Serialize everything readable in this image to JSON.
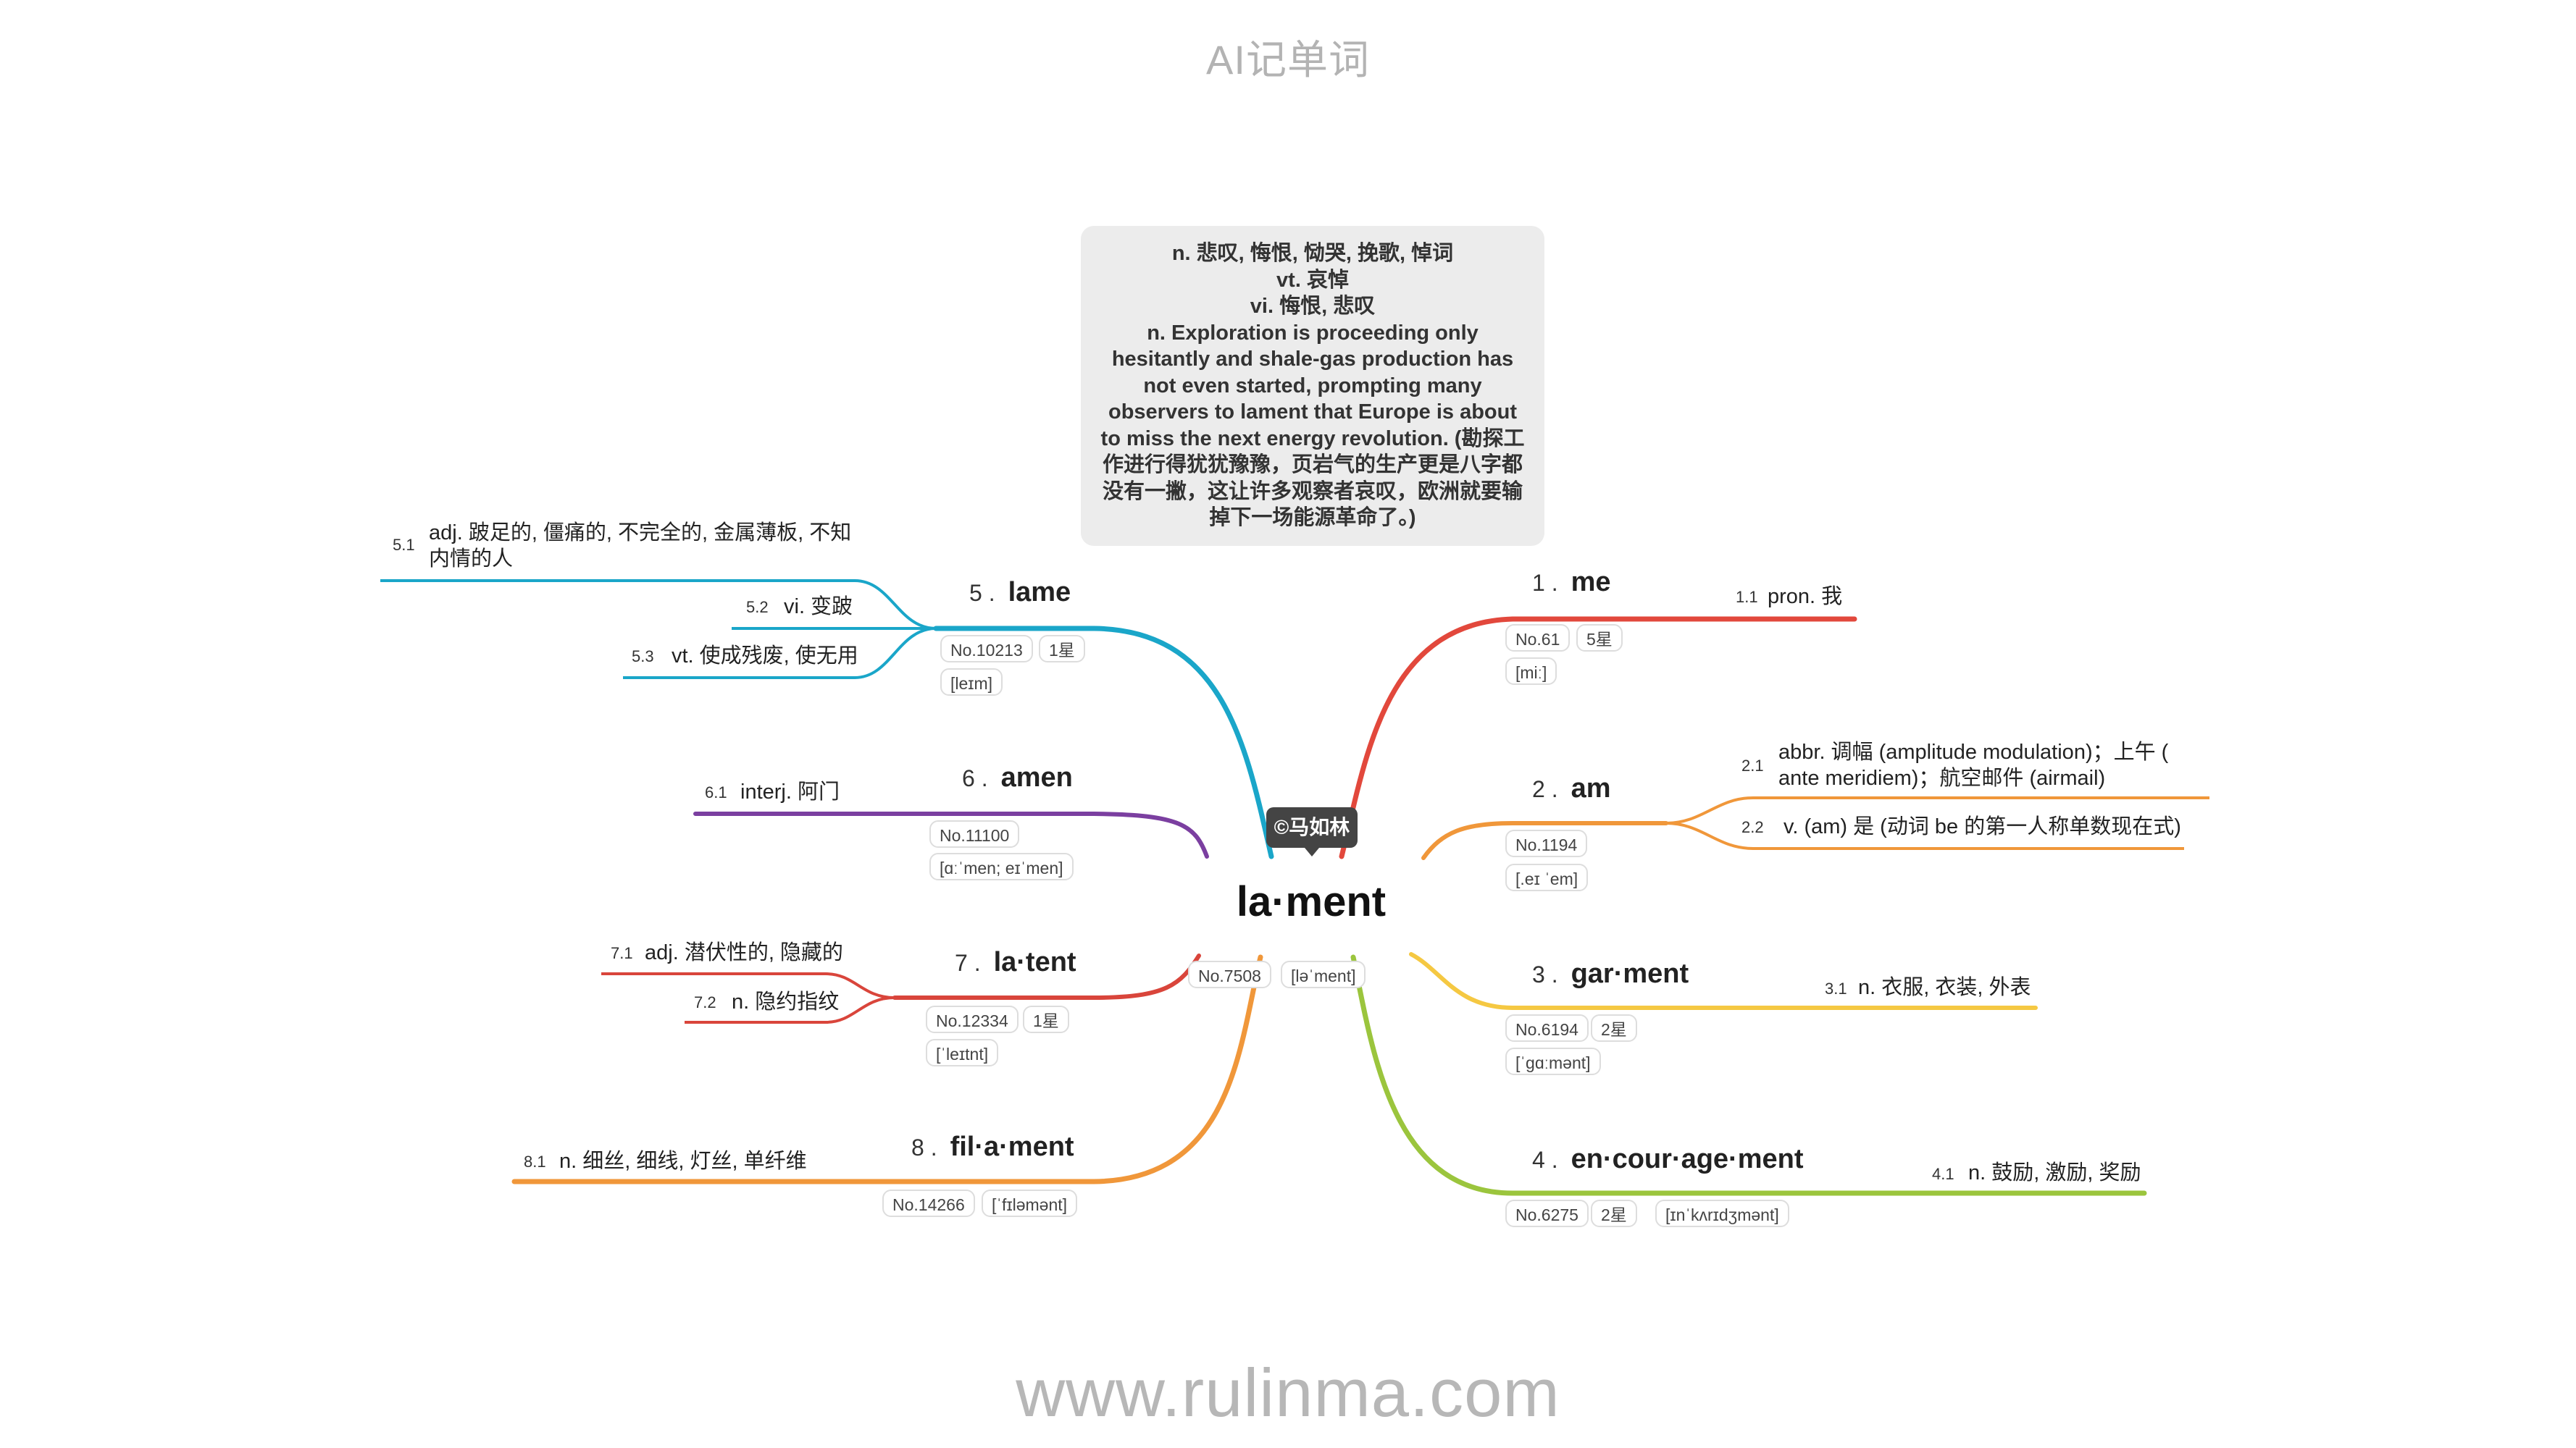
{
  "app": {
    "title": "AI记单词"
  },
  "footer": {
    "url": "www.rulinma.com"
  },
  "root": {
    "word": "la·ment",
    "copyright": "©马如林",
    "number": "No.7508",
    "phonetic": "[ləˈment]",
    "note": [
      "n. 悲叹, 悔恨, 恸哭, 挽歌, 悼词",
      "vt. 哀悼",
      "vi. 悔恨, 悲叹",
      "n. Exploration is proceeding only hesitantly and shale-gas production has not even started, prompting many observers to lament that Europe is about to miss the next energy revolution. (勘探工作进行得犹犹豫豫，页岩气的生产更是八字都没有一撇，这让许多观察者哀叹，欧洲就要输掉下一场能源革命了。)"
    ]
  },
  "branches": [
    {
      "num": "1 .",
      "word": "me",
      "color": "#e2483c",
      "number": "No.61",
      "stars": "5星",
      "phonetic": "[miː]",
      "senses": [
        {
          "num": "1.1",
          "text": "pron. 我"
        }
      ]
    },
    {
      "num": "2 .",
      "word": "am",
      "color": "#f0973a",
      "number": "No.1194",
      "phonetic": "[.eɪ ˈem]",
      "senses": [
        {
          "num": "2.1",
          "text": "abbr. 调幅 (amplitude modulation)；上午 ( ante meridiem)；航空邮件 (airmail)"
        },
        {
          "num": "2.2",
          "text": "v. (am) 是 (动词 be 的第一人称单数现在式)"
        }
      ]
    },
    {
      "num": "3 .",
      "word": "gar·ment",
      "color": "#f5c842",
      "number": "No.6194",
      "stars": "2星",
      "phonetic": "[ˈɡɑːmənt]",
      "senses": [
        {
          "num": "3.1",
          "text": "n. 衣服, 衣装, 外表"
        }
      ]
    },
    {
      "num": "4 .",
      "word": "en·cour·age·ment",
      "color": "#9bc53d",
      "number": "No.6275",
      "stars": "2星",
      "phonetic": "[ɪnˈkʌrɪdʒmənt]",
      "senses": [
        {
          "num": "4.1",
          "text": "n. 鼓励, 激励, 奖励"
        }
      ]
    },
    {
      "num": "5 .",
      "word": "lame",
      "color": "#1aa6c9",
      "number": "No.10213",
      "stars": "1星",
      "phonetic": "[leɪm]",
      "senses": [
        {
          "num": "5.1",
          "text": "adj. 跛足的, 僵痛的, 不完全的, 金属薄板, 不知内情的人"
        },
        {
          "num": "5.2",
          "text": "vi. 变跛"
        },
        {
          "num": "5.3",
          "text": "vt. 使成残废, 使无用"
        }
      ]
    },
    {
      "num": "6 .",
      "word": "amen",
      "color": "#7b3fa0",
      "number": "No.11100",
      "phonetic": "[ɑːˈmen; eɪˈmen]",
      "senses": [
        {
          "num": "6.1",
          "text": "interj. 阿门"
        }
      ]
    },
    {
      "num": "7 .",
      "word": "la·tent",
      "color": "#d9453b",
      "number": "No.12334",
      "stars": "1星",
      "phonetic": "[ˈleɪtnt]",
      "senses": [
        {
          "num": "7.1",
          "text": "adj. 潜伏性的, 隐藏的"
        },
        {
          "num": "7.2",
          "text": "n. 隐约指纹"
        }
      ]
    },
    {
      "num": "8 .",
      "word": "fil·a·ment",
      "color": "#f0973a",
      "number": "No.14266",
      "phonetic": "[ˈfɪləmənt]",
      "senses": [
        {
          "num": "8.1",
          "text": "n. 细丝, 细线, 灯丝, 单纤维"
        }
      ]
    }
  ]
}
